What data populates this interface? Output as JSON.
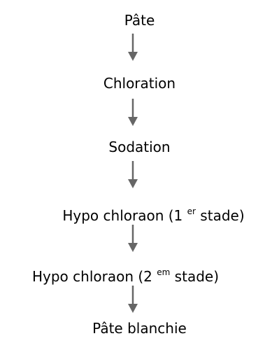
{
  "diagram": {
    "steps": [
      {
        "text": "Pâte"
      },
      {
        "text": "Chloration"
      },
      {
        "text": "Sodation"
      },
      {
        "text": "Hypo chloraon  (1 ",
        "sup": "er",
        "suffix": " stade)"
      },
      {
        "text": "Hypo chloraon  (2 ",
        "sup": "em",
        "suffix": " stade)"
      },
      {
        "text": "Pâte blanchie"
      }
    ],
    "arrow_color": "#666666"
  }
}
